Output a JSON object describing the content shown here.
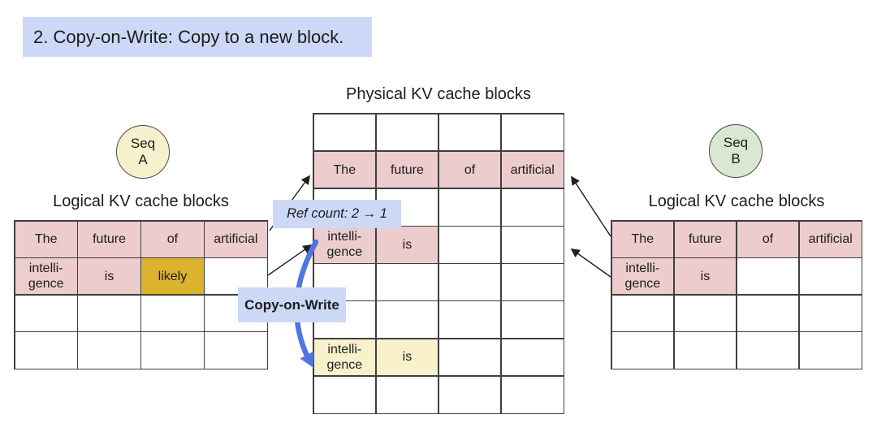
{
  "banner": {
    "title": "2. Copy-on-Write: Copy to a new block."
  },
  "physical_section": {
    "title": "Physical KV cache blocks",
    "table": {
      "cells": [
        [
          {
            "t": "",
            "f": ""
          },
          {
            "t": "",
            "f": ""
          },
          {
            "t": "",
            "f": ""
          },
          {
            "t": "",
            "f": ""
          }
        ],
        [
          {
            "t": "The",
            "f": "pink"
          },
          {
            "t": "future",
            "f": "pink"
          },
          {
            "t": "of",
            "f": "pink"
          },
          {
            "t": "artificial",
            "f": "pink"
          }
        ],
        [
          {
            "t": "",
            "f": ""
          },
          {
            "t": "",
            "f": ""
          },
          {
            "t": "",
            "f": ""
          },
          {
            "t": "",
            "f": ""
          }
        ],
        [
          {
            "t": "intelli-\ngence",
            "f": "pink"
          },
          {
            "t": "is",
            "f": "pink"
          },
          {
            "t": "",
            "f": ""
          },
          {
            "t": "",
            "f": ""
          }
        ],
        [
          {
            "t": "",
            "f": ""
          },
          {
            "t": "",
            "f": ""
          },
          {
            "t": "",
            "f": ""
          },
          {
            "t": "",
            "f": ""
          }
        ],
        [
          {
            "t": "",
            "f": ""
          },
          {
            "t": "",
            "f": ""
          },
          {
            "t": "",
            "f": ""
          },
          {
            "t": "",
            "f": ""
          }
        ],
        [
          {
            "t": "intelli-\ngence",
            "f": "cream"
          },
          {
            "t": "is",
            "f": "cream"
          },
          {
            "t": "",
            "f": ""
          },
          {
            "t": "",
            "f": ""
          }
        ],
        [
          {
            "t": "",
            "f": ""
          },
          {
            "t": "",
            "f": ""
          },
          {
            "t": "",
            "f": ""
          },
          {
            "t": "",
            "f": ""
          }
        ]
      ]
    }
  },
  "seq_a_section": {
    "badge": "Seq\nA",
    "title": "Logical KV cache blocks",
    "table": {
      "cells": [
        [
          {
            "t": "The",
            "f": "pink"
          },
          {
            "t": "future",
            "f": "pink"
          },
          {
            "t": "of",
            "f": "pink"
          },
          {
            "t": "artificial",
            "f": "pink"
          }
        ],
        [
          {
            "t": "intelli-\ngence",
            "f": "pink"
          },
          {
            "t": "is",
            "f": "pink"
          },
          {
            "t": "likely",
            "f": "gold"
          },
          {
            "t": "",
            "f": ""
          }
        ],
        [
          {
            "t": "",
            "f": ""
          },
          {
            "t": "",
            "f": ""
          },
          {
            "t": "",
            "f": ""
          },
          {
            "t": "",
            "f": ""
          }
        ],
        [
          {
            "t": "",
            "f": ""
          },
          {
            "t": "",
            "f": ""
          },
          {
            "t": "",
            "f": ""
          },
          {
            "t": "",
            "f": ""
          }
        ]
      ]
    }
  },
  "seq_b_section": {
    "badge": "Seq\nB",
    "title": "Logical KV cache blocks",
    "table": {
      "cells": [
        [
          {
            "t": "The",
            "f": "pink"
          },
          {
            "t": "future",
            "f": "pink"
          },
          {
            "t": "of",
            "f": "pink"
          },
          {
            "t": "artificial",
            "f": "pink"
          }
        ],
        [
          {
            "t": "intelli-\ngence",
            "f": "pink"
          },
          {
            "t": "is",
            "f": "pink"
          },
          {
            "t": "",
            "f": ""
          },
          {
            "t": "",
            "f": ""
          }
        ],
        [
          {
            "t": "",
            "f": ""
          },
          {
            "t": "",
            "f": ""
          },
          {
            "t": "",
            "f": ""
          },
          {
            "t": "",
            "f": ""
          }
        ],
        [
          {
            "t": "",
            "f": ""
          },
          {
            "t": "",
            "f": ""
          },
          {
            "t": "",
            "f": ""
          },
          {
            "t": "",
            "f": ""
          }
        ]
      ]
    }
  },
  "callouts": {
    "ref_count": "Ref count: 2 → 1",
    "copy_on_write": "Copy-on-Write"
  },
  "mappings": [
    {
      "from": "seq-a-logical-block-0",
      "to": "physical-row-the-future-of-artificial"
    },
    {
      "from": "seq-a-logical-block-1",
      "to": "physical-row-intelligence-is-old"
    },
    {
      "from": "seq-b-logical-block-0",
      "to": "physical-row-the-future-of-artificial"
    },
    {
      "from": "seq-b-logical-block-1",
      "to": "physical-row-intelligence-is-old"
    },
    {
      "from": "physical-row-intelligence-is-old",
      "to": "physical-row-intelligence-is-new",
      "type": "copy-on-write"
    }
  ],
  "colors": {
    "callout_bg": "#ccd8f6",
    "cell_pink": "#eccccc",
    "cell_gold": "#dcb32d",
    "cell_cream": "#f8f1cc",
    "seq_a_bg": "#f7f0cc",
    "seq_b_bg": "#d9e8d2",
    "copy_arrow_blue": "#5276e0",
    "grid_line": "#3f3f3f"
  }
}
